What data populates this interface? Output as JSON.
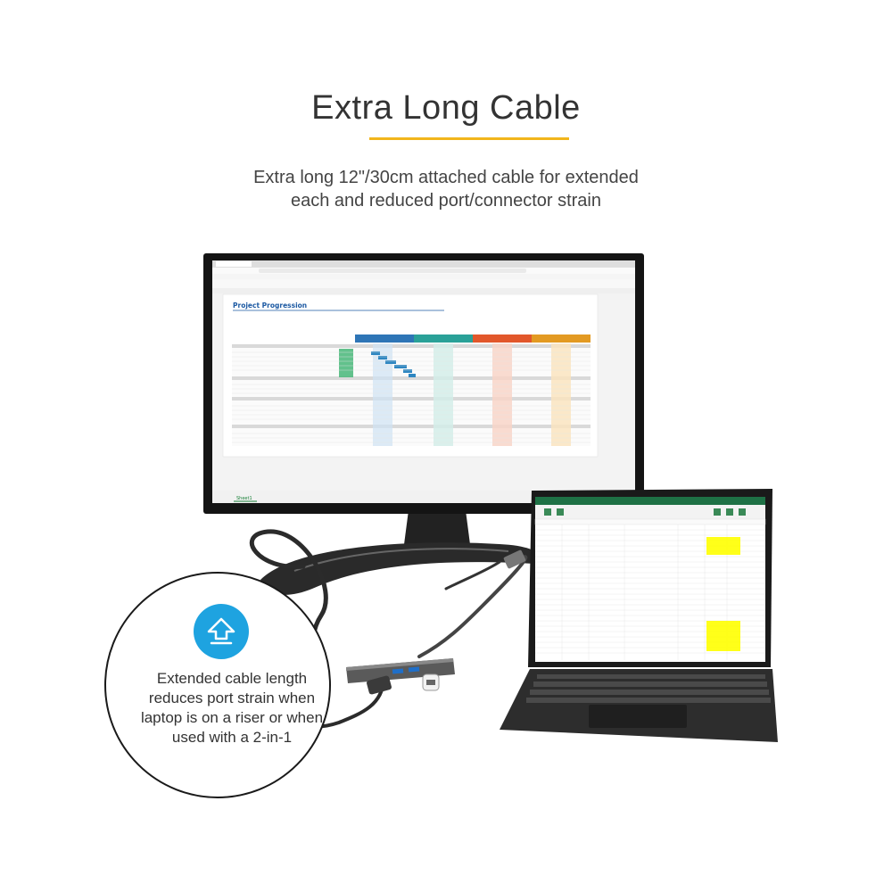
{
  "header": {
    "title": "Extra Long Cable",
    "subtitle_line1": "Extra long 12\"/30cm attached cable for extended",
    "subtitle_line2": "each and reduced port/connector strain"
  },
  "monitor_screen": {
    "sheet_title": "Project Progression",
    "tab_label": "Sheet1"
  },
  "callout": {
    "icon": "upload-arrow-icon",
    "line1": "Extended cable length",
    "line2": "reduces port strain when",
    "line3": "laptop is on a riser or when",
    "line4": "used with a 2-in-1"
  },
  "colors": {
    "accent_underline": "#f2b51b",
    "callout_icon": "#1ea3e0"
  }
}
